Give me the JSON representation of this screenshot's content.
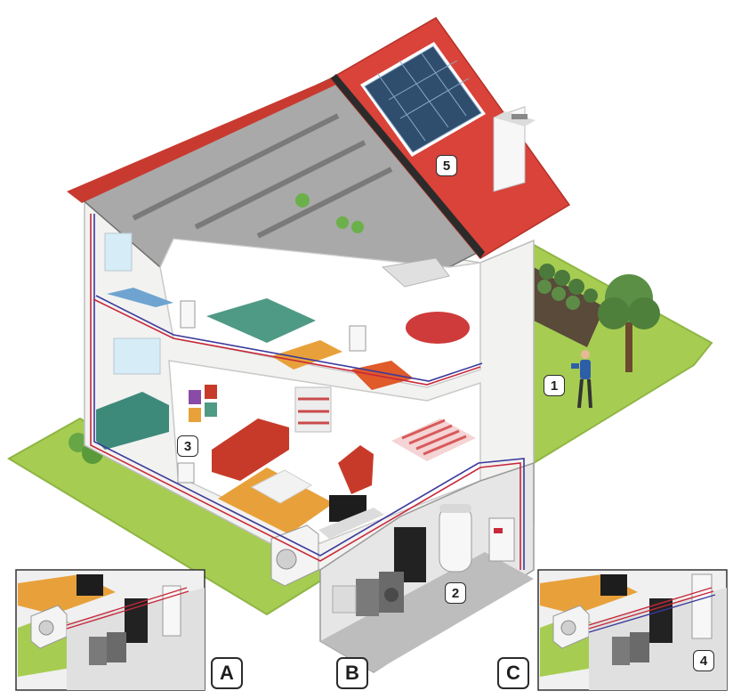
{
  "callouts": {
    "c1": "1",
    "c2": "2",
    "c3": "3",
    "c4": "4",
    "c5": "5"
  },
  "variants": {
    "a": "A",
    "b": "B",
    "c": "C"
  },
  "icons": {
    "solar": "solar-panel-icon",
    "heat_pump": "heat-pump-icon",
    "boiler": "hot-water-cylinder-icon",
    "radiator": "radiator-icon",
    "floor": "underfloor-heating-icon"
  },
  "colors": {
    "roof": "#d9433a",
    "lawn": "#a6cd52",
    "flow_pipe": "#c8283a",
    "return_pipe": "#3a3a9c",
    "floor_heating": "#d95a5a"
  }
}
